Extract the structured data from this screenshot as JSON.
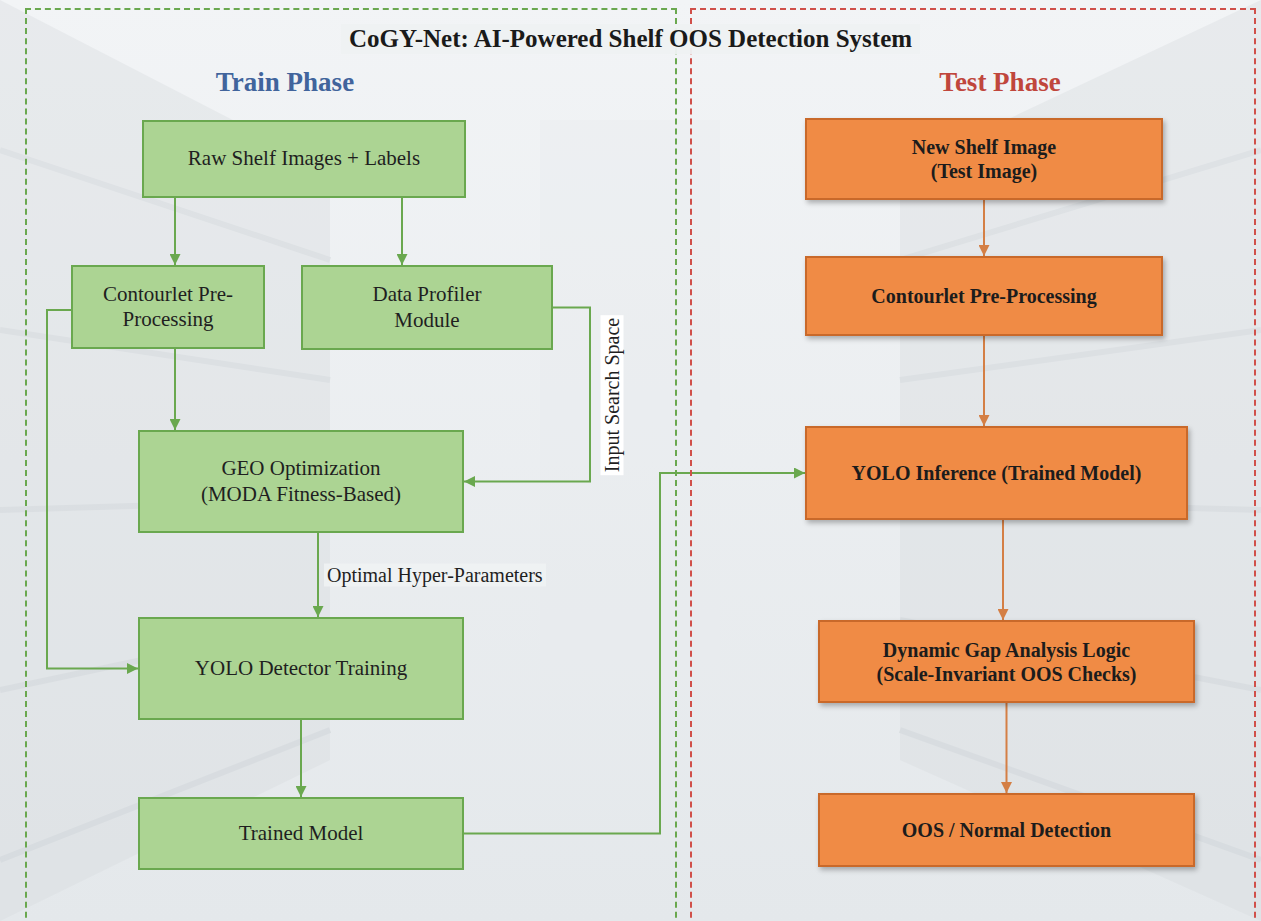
{
  "diagram": {
    "title": "CoGY-Net: AI-Powered Shelf OOS Detection System",
    "nodes": [
      {
        "text": [
          "Train Phase"
        ]
      },
      {
        "text": [
          "Raw Shelf Images + Labels"
        ],
        "in": 0
      },
      {
        "text": [
          "Contourlet Pre-Processing"
        ],
        "in": 0
      },
      {
        "text": [
          "Data Profiler Module"
        ],
        "in": 0
      },
      {
        "text": [
          "GEO Optimization (MODA Fitness-Based)"
        ],
        "in": 0
      },
      {
        "text": [
          "YOLO Detector Training"
        ],
        "in": 0
      },
      {
        "text": [
          "Trained Model"
        ],
        "in": 0
      },
      {
        "text": [
          "Test Phase"
        ]
      },
      {
        "text": [
          "New Shelf Image (Test Image)"
        ],
        "in": 7
      },
      {
        "text": [
          "Contourlet Pre-Processing"
        ],
        "in": 7
      },
      {
        "text": [
          "YOLO Inference (Trained Model)"
        ],
        "in": 7
      },
      {
        "text": [
          "Dynamic Gap Analysis Logic (Scale-Invariant OOS Checks)"
        ],
        "in": 7
      },
      {
        "text": [
          "OOS / Normal Detection"
        ],
        "in": 7
      }
    ],
    "edges": [
      {
        "from": 1,
        "to": 2,
        "arrow": "to"
      },
      {
        "from": 1,
        "to": 3,
        "arrow": "to"
      },
      {
        "from": 2,
        "to": 4,
        "arrow": "to"
      },
      {
        "from": 3,
        "to": 4,
        "label": "Input Search Space",
        "arrow": "to"
      },
      {
        "from": 4,
        "to": 5,
        "label": "Optimal Hyper-Parameters",
        "arrow": "to"
      },
      {
        "from": 2,
        "to": 5,
        "arrow": "to"
      },
      {
        "from": 5,
        "to": 6,
        "arrow": "to"
      },
      {
        "from": 6,
        "to": 10,
        "arrow": "to"
      },
      {
        "from": 8,
        "to": 9,
        "arrow": "to"
      },
      {
        "from": 9,
        "to": 10,
        "arrow": "to"
      },
      {
        "from": 10,
        "to": 11,
        "arrow": "to"
      },
      {
        "from": 11,
        "to": 12,
        "arrow": "to"
      }
    ]
  }
}
